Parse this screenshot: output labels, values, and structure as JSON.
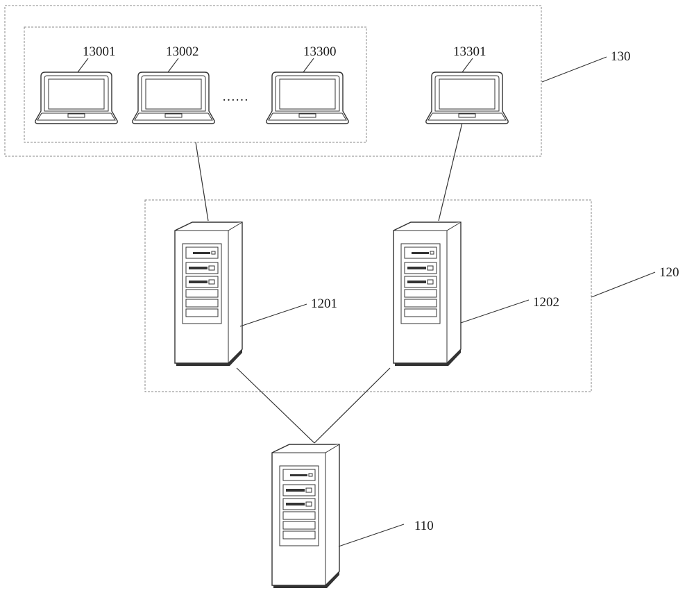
{
  "diagram": {
    "groups": {
      "terminals": {
        "label": "130"
      },
      "servers": {
        "label": "120"
      }
    },
    "terminals": [
      {
        "id": "t1",
        "label": "13001"
      },
      {
        "id": "t2",
        "label": "13002"
      },
      {
        "id": "t3",
        "label": "13300"
      },
      {
        "id": "t4",
        "label": "13301"
      }
    ],
    "ellipsis": "……",
    "servers": [
      {
        "id": "s1",
        "label": "1201"
      },
      {
        "id": "s2",
        "label": "1202"
      }
    ],
    "central_server": {
      "label": "110"
    },
    "connections": [
      {
        "from": "terminal-group",
        "to": "s1"
      },
      {
        "from": "t4",
        "to": "s2"
      },
      {
        "from": "s1",
        "to": "central"
      },
      {
        "from": "s2",
        "to": "central"
      }
    ]
  }
}
